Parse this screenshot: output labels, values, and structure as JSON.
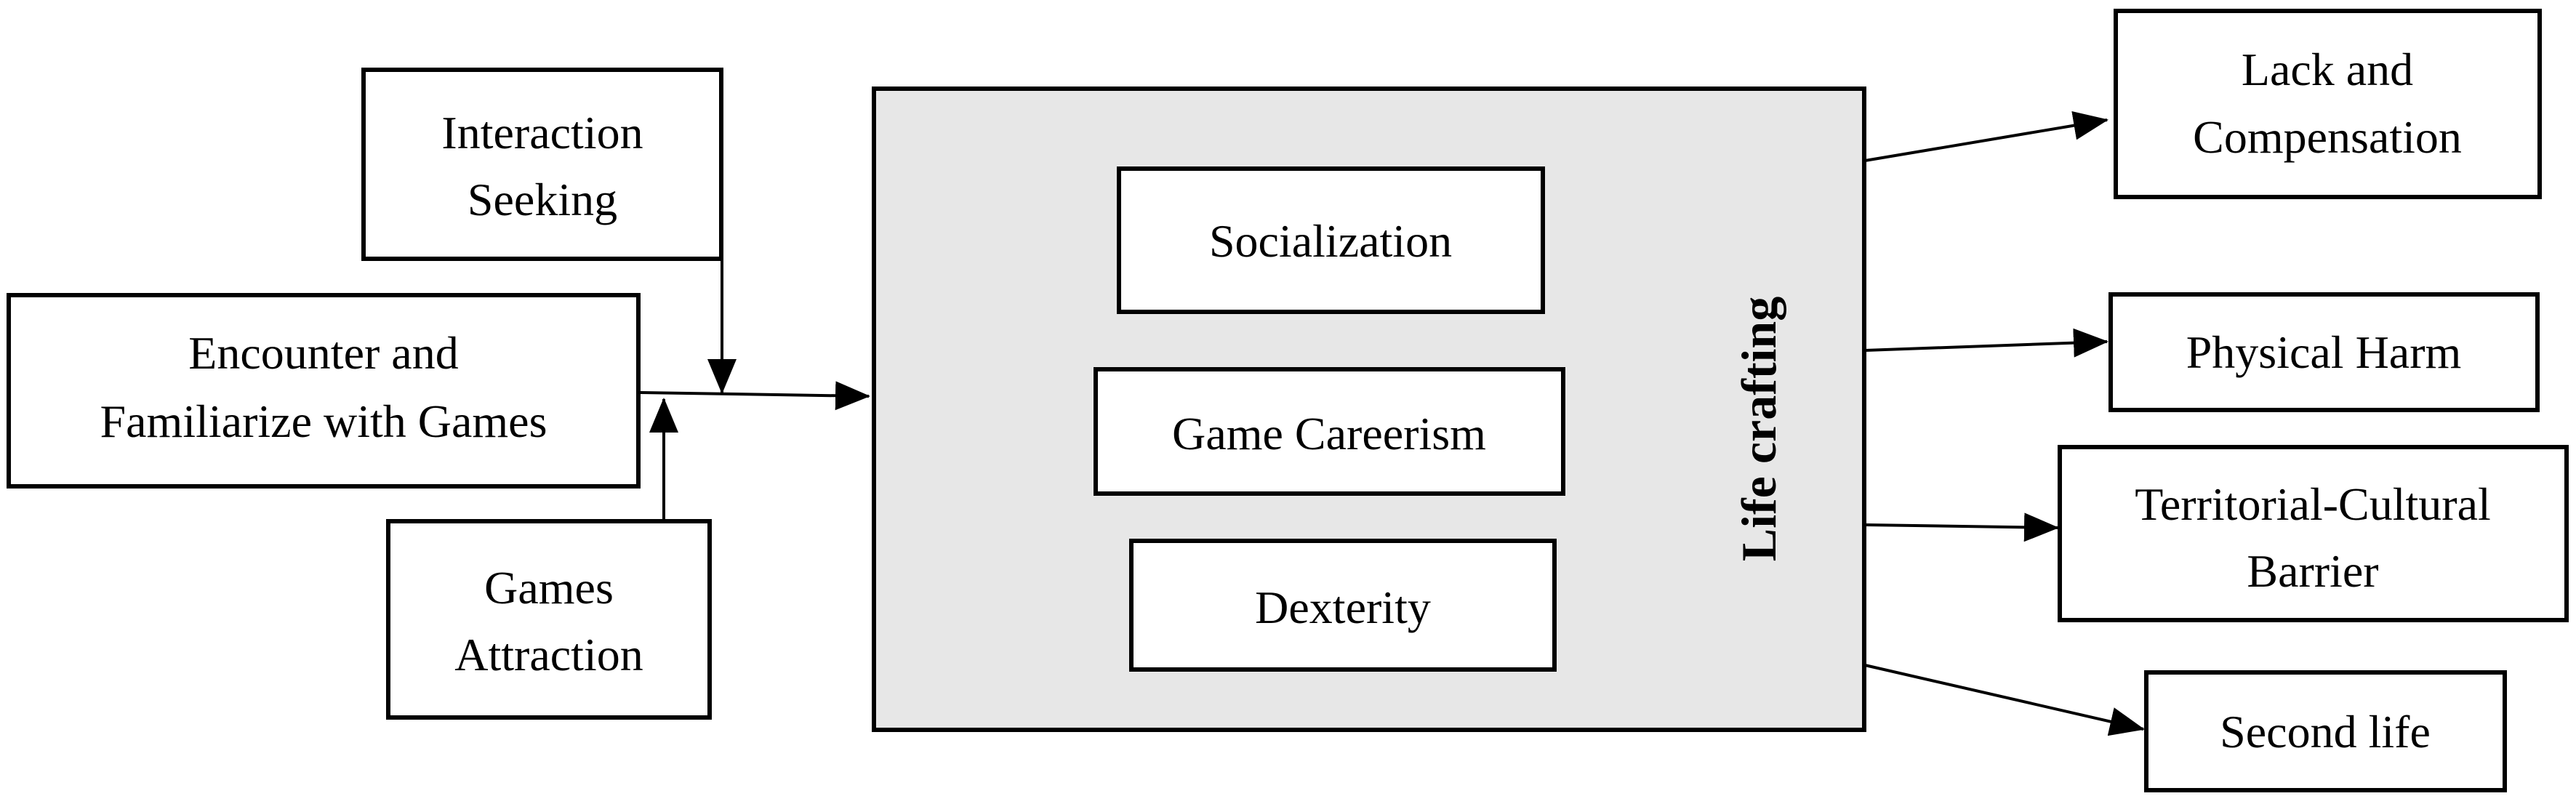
{
  "inputs": {
    "interaction_seeking": [
      "Interaction",
      "Seeking"
    ],
    "encounter": [
      "Encounter and",
      "Familiarize with Games"
    ],
    "games_attraction": [
      "Games",
      "Attraction"
    ]
  },
  "core": {
    "title": "Life crafting",
    "items": [
      "Socialization",
      "Game Careerism",
      "Dexterity"
    ]
  },
  "outcomes": {
    "lack_compensation": [
      "Lack and",
      "Compensation"
    ],
    "physical_harm": [
      "Physical Harm"
    ],
    "territorial_cultural": [
      "Territorial-Cultural",
      "Barrier"
    ],
    "second_life": [
      "Second life"
    ]
  },
  "colors": {
    "core_fill": "#e7e7e7",
    "stroke": "#000000"
  }
}
